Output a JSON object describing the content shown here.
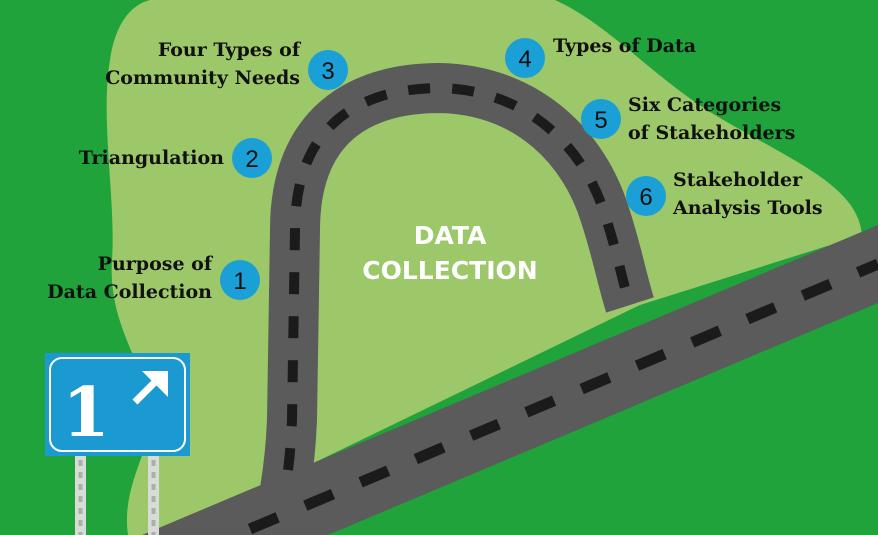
{
  "title": "DATA COLLECTION",
  "center_lines": [
    "DATA",
    "COLLECTION"
  ],
  "sign": {
    "number": "1",
    "arrow_icon": "arrow-up-right-icon"
  },
  "colors": {
    "grass": "#1fa33a",
    "field": "#9dc86a",
    "road": "#5b5b5b",
    "dash": "#1b1b1b",
    "badge": "#1a9fd6",
    "sign": "#1a9ad0"
  },
  "steps": [
    {
      "num": "1",
      "lines": [
        "Purpose of",
        "Data Collection"
      ]
    },
    {
      "num": "2",
      "lines": [
        "Triangulation"
      ]
    },
    {
      "num": "3",
      "lines": [
        "Four Types of",
        "Community Needs"
      ]
    },
    {
      "num": "4",
      "lines": [
        "Types of Data"
      ]
    },
    {
      "num": "5",
      "lines": [
        "Six Categories",
        "of Stakeholders"
      ]
    },
    {
      "num": "6",
      "lines": [
        "Stakeholder",
        "Analysis Tools"
      ]
    }
  ]
}
